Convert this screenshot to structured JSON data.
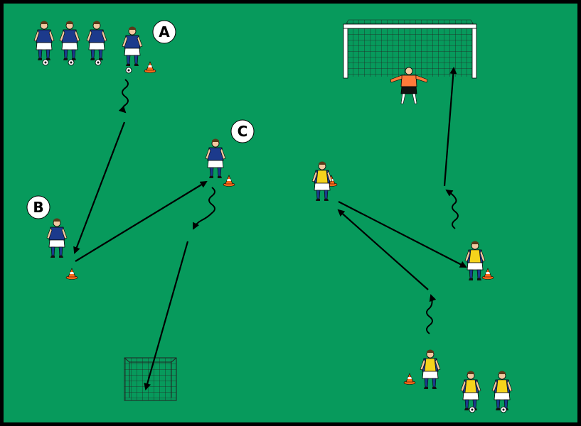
{
  "colors": {
    "pitch": "#079a5c",
    "border": "#000000",
    "blue_team_shirt": "#1c3a8c",
    "yellow_bib": "#f5d31c",
    "keeper_shirt": "#ff7a3a",
    "cone": "#ff6a1a",
    "arrow": "#000000"
  },
  "labels": {
    "a": "A",
    "b": "B",
    "c": "C"
  },
  "icons": [
    "soccer-player-icon",
    "goalkeeper-icon",
    "training-cone-icon",
    "soccer-ball-icon",
    "goal-net-icon",
    "pass-arrow-icon",
    "dribble-arrow-icon"
  ]
}
